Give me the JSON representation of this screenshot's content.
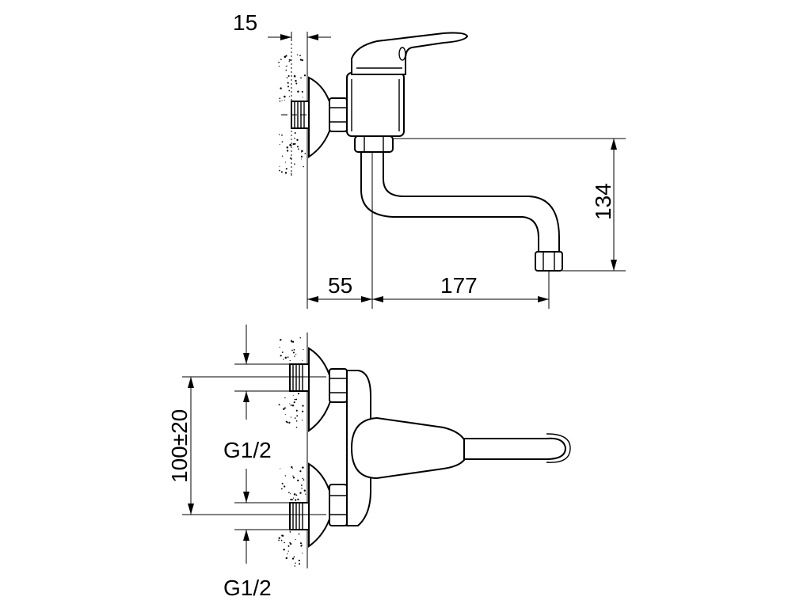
{
  "dimensions": {
    "wall_offset": "15",
    "wall_to_body": "55",
    "spout_reach": "177",
    "spout_height": "134",
    "inlet_spacing": "100±20",
    "thread_top": "G1/2",
    "thread_bottom": "G1/2"
  }
}
